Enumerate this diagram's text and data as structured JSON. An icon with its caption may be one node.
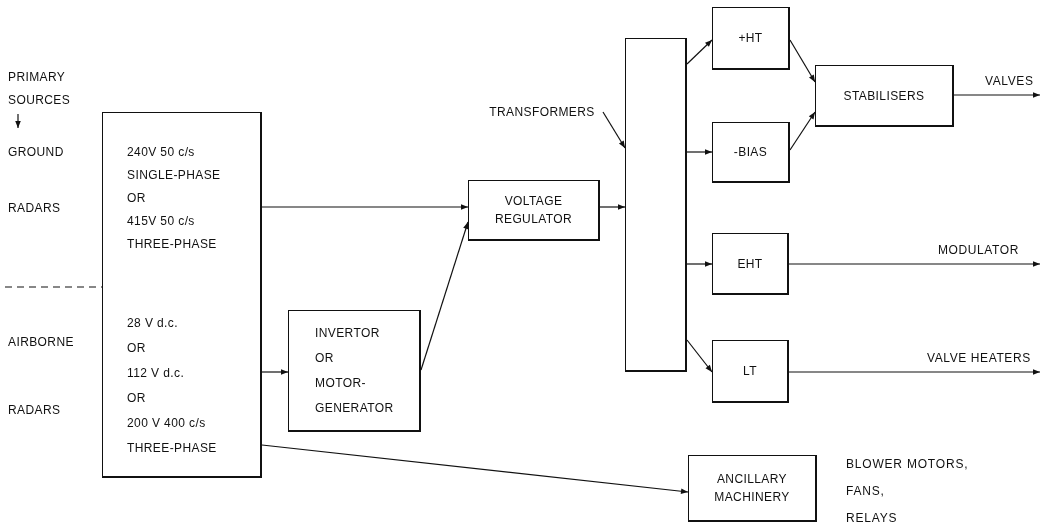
{
  "diagram": {
    "nodes": [
      {
        "text": [
          "240V 50 c/s SINGLE-PHASE",
          "OR",
          "415V 50 c/s THREE-PHASE"
        ]
      },
      {
        "text": [
          "28 V d.c.",
          "OR",
          "112 V d.c.",
          "OR",
          "200 V 400 c/s THREE-PHASE"
        ]
      },
      {
        "text": [
          "INVERTOR",
          "OR",
          "MOTOR-GENERATOR"
        ]
      },
      {
        "text": [
          "VOLTAGE REGULATOR"
        ]
      },
      {
        "text": [
          "TRANSFORMERS"
        ]
      },
      {
        "text": [],
        "shape": "box"
      },
      {
        "text": [
          "+HT"
        ]
      },
      {
        "text": [
          "-BIAS"
        ]
      },
      {
        "text": [
          "EHT"
        ]
      },
      {
        "text": [
          "LT"
        ]
      },
      {
        "text": [
          "STABILISERS"
        ]
      },
      {
        "text": [
          "ANCILLARY MACHINERY"
        ],
        "beside": [
          "BLOWER MOTORS,",
          "FANS,",
          "RELAYS"
        ]
      }
    ],
    "edges": [
      {
        "from": 0,
        "to": 3,
        "arrow": "to"
      },
      {
        "from": 1,
        "to": 2,
        "arrow": "to"
      },
      {
        "from": 2,
        "to": 3,
        "arrow": "to"
      },
      {
        "from": 3,
        "to": 5,
        "arrow": "to"
      },
      {
        "from": 4,
        "to": 5,
        "arrow": "to"
      },
      {
        "from": 5,
        "to": 6,
        "arrow": "to"
      },
      {
        "from": 5,
        "to": 7,
        "arrow": "to"
      },
      {
        "from": 5,
        "to": 8,
        "arrow": "to"
      },
      {
        "from": 5,
        "to": 9,
        "arrow": "to"
      },
      {
        "from": 6,
        "to": 10,
        "arrow": "to"
      },
      {
        "from": 7,
        "to": 10,
        "arrow": "to"
      },
      {
        "from": 10,
        "to": null,
        "arrow": "to",
        "label": "VALVES"
      },
      {
        "from": 8,
        "to": null,
        "arrow": "to",
        "label": "MODULATOR"
      },
      {
        "from": 9,
        "to": null,
        "arrow": "to",
        "label": "VALVE HEATERS"
      },
      {
        "from": 1,
        "to": 11,
        "arrow": "to"
      }
    ],
    "labels": [
      "PRIMARY SOURCES",
      "GROUND",
      "RADARS",
      "AIRBORNE",
      "RADARS"
    ]
  }
}
